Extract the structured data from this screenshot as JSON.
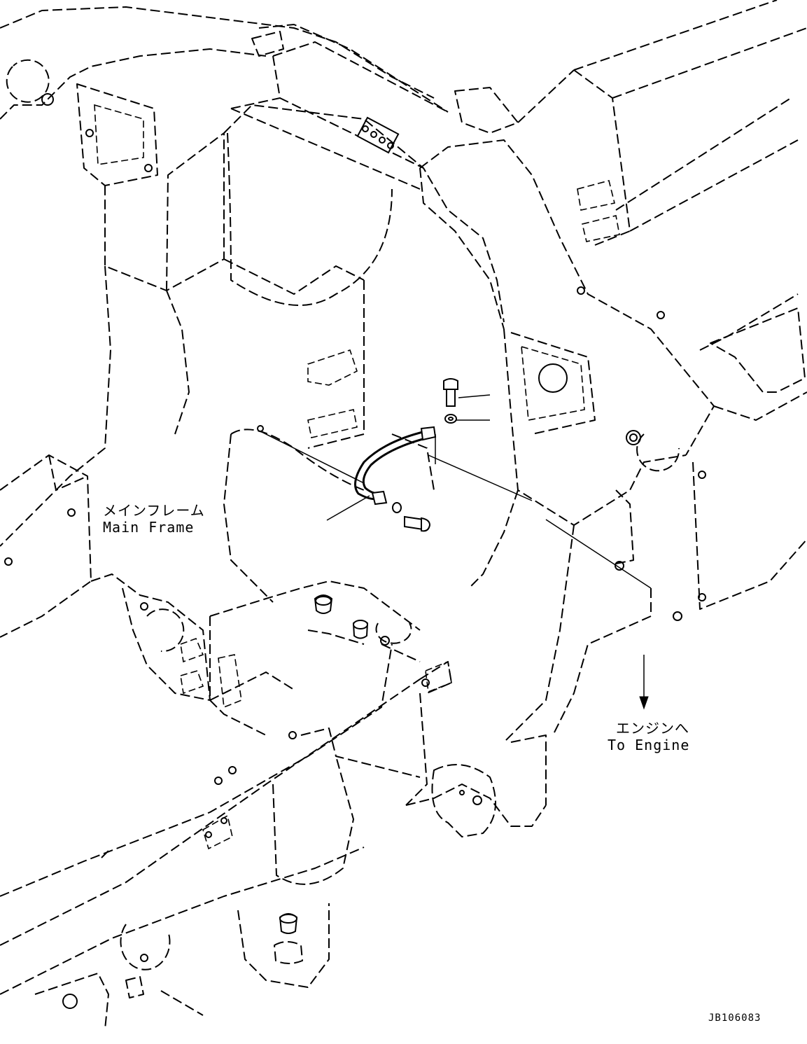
{
  "labels": {
    "main_frame_ja": "メインフレーム",
    "main_frame_en": "Main Frame",
    "to_engine_ja": "エンジンへ",
    "to_engine_en": "To Engine",
    "drawing_code": "JB106083"
  }
}
